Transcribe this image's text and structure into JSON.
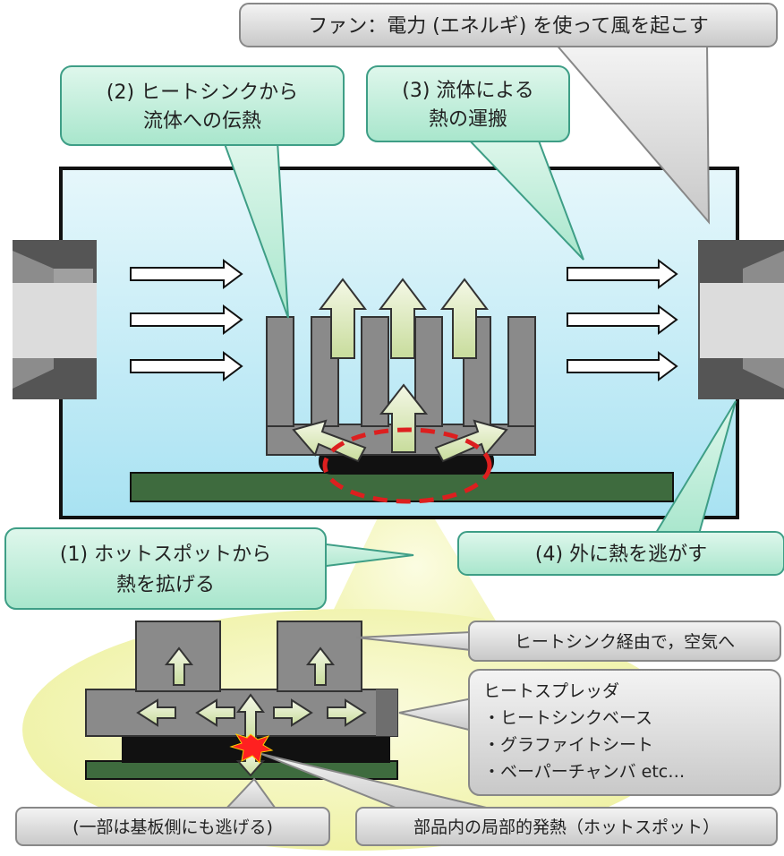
{
  "labels": {
    "fan": "ファン：電力 (エネルギ) を使って風を起こす",
    "step2": [
      "(2) ヒートシンクから",
      "流体への伝熱"
    ],
    "step3": [
      "(3) 流体による",
      "熱の運搬"
    ],
    "step1": [
      "(1) ホットスポットから",
      "熱を拡げる"
    ],
    "step4": "(4) 外に熱を逃がす",
    "heatsink_air": "ヒートシンク経由で，空気へ",
    "spreader": [
      "ヒートスプレッダ",
      "・ヒートシンクベース",
      "・グラファイトシート",
      "・ベーパーチャンバ etc…"
    ],
    "to_board": "(一部は基板側にも逃げる)",
    "hotspot": "部品内の局部的発熱（ホットスポット）"
  },
  "colors": {
    "enclosure_fill": "#cdeef8",
    "green_callout": "#c9f0e0",
    "green_border": "#3e9e86",
    "gray_callout": "#dcdcdc",
    "yellow_zoom": "#f3f5b4",
    "board": "#3e6b3e",
    "heatsink": "#8a8a8a",
    "arrow_fill": "#dce8b8",
    "hotspot_ring": "#dd1f1f"
  }
}
